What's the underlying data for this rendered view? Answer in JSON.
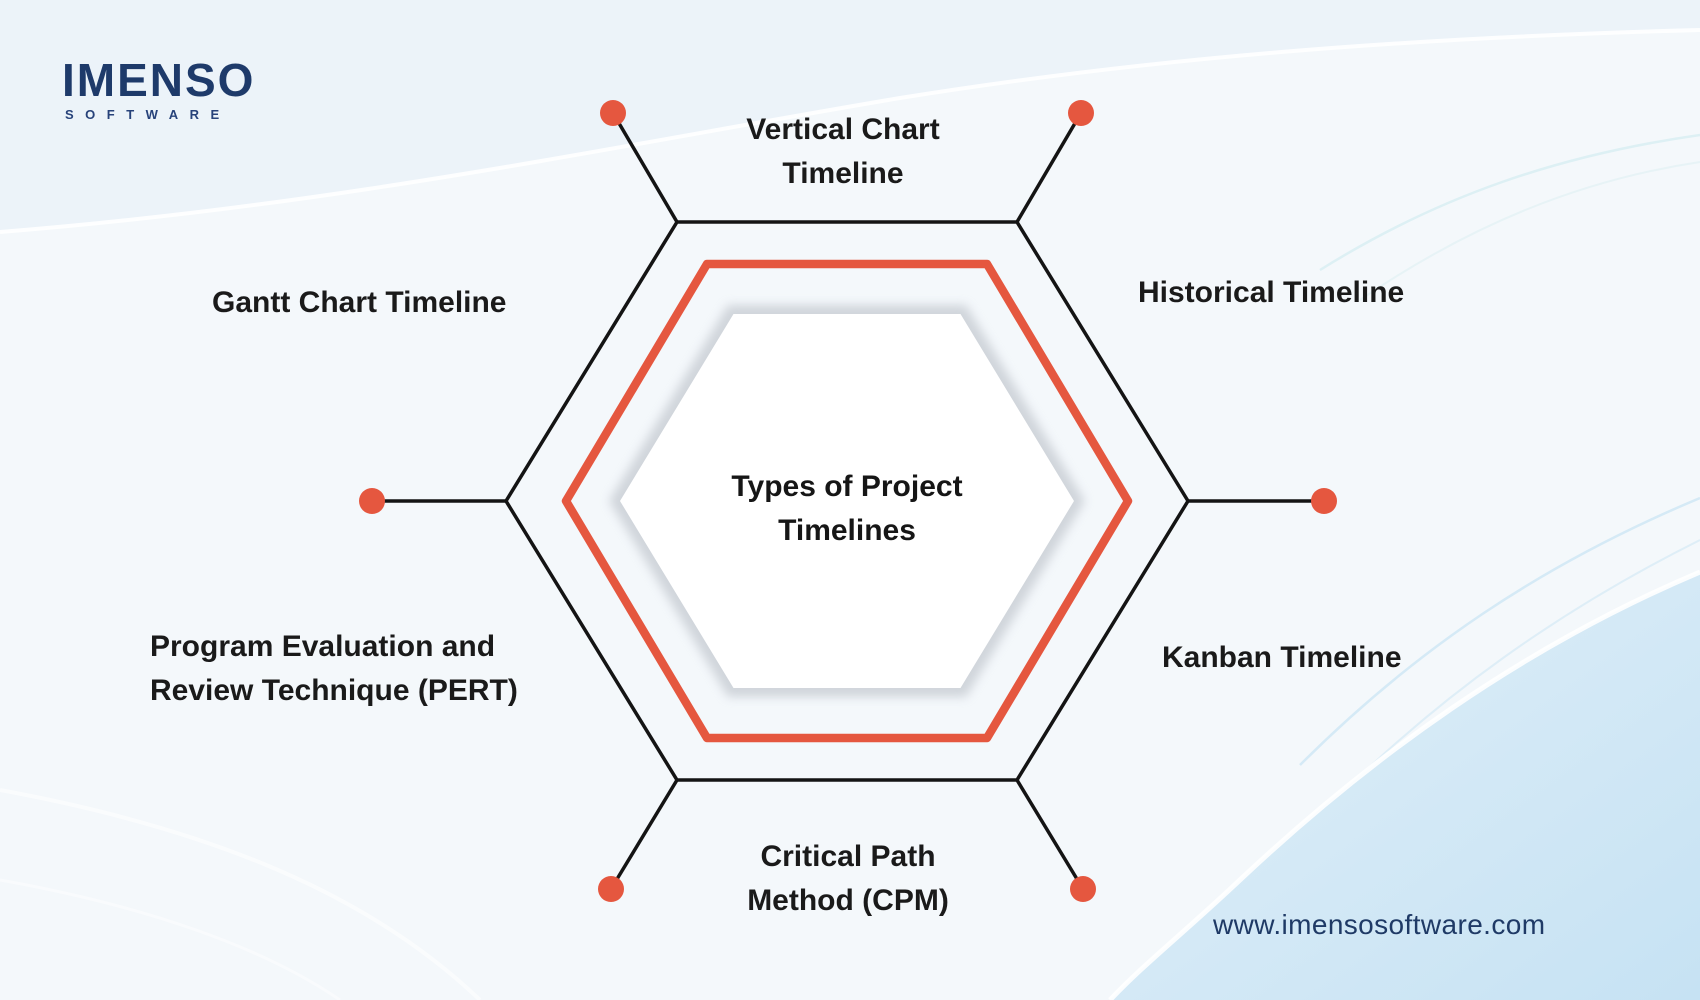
{
  "logo": {
    "name": "IMENSO",
    "tagline": "SOFTWARE"
  },
  "diagram": {
    "center_title": "Types of Project\nTimelines",
    "nodes": [
      {
        "id": "vertical-chart",
        "label": "Vertical Chart\nTimeline",
        "position": "top"
      },
      {
        "id": "historical",
        "label": "Historical Timeline",
        "position": "top-right"
      },
      {
        "id": "kanban",
        "label": "Kanban Timeline",
        "position": "bottom-right"
      },
      {
        "id": "critical-path",
        "label": "Critical Path\nMethod (CPM)",
        "position": "bottom"
      },
      {
        "id": "pert",
        "label": "Program Evaluation and\nReview Technique (PERT)",
        "position": "bottom-left"
      },
      {
        "id": "gantt",
        "label": "Gantt Chart Timeline",
        "position": "top-left"
      }
    ],
    "colors": {
      "accent_red": "#E5573F",
      "line_black": "#141414",
      "text_black": "#1a1a1a",
      "navy": "#1e3a6a",
      "background": "#f4f8fb",
      "wedge_blue": "#cde5f4"
    }
  },
  "footer": {
    "website": "www.imensosoftware.com"
  }
}
